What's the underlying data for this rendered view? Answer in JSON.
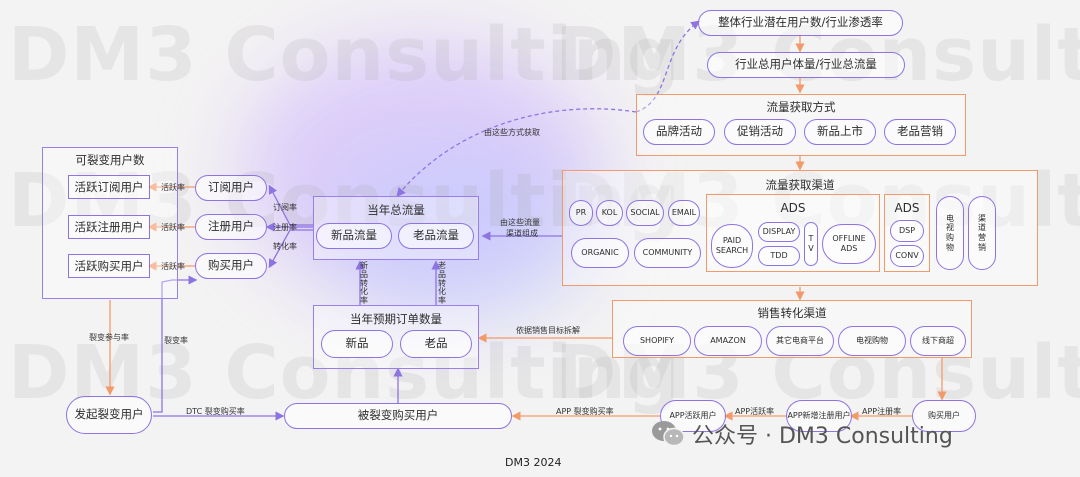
{
  "watermark": "DM3 Consulting",
  "top": {
    "potential": "整体行业潜在用户数/行业渗透率",
    "total_volume": "行业总用户体量/行业总流量"
  },
  "traffic_method": {
    "title": "流量获取方式",
    "items": [
      "品牌活动",
      "促销活动",
      "新品上市",
      "老品营销"
    ]
  },
  "traffic_channels": {
    "title": "流量获取渠道",
    "organic": [
      "PR",
      "KOL",
      "SOCIAL",
      "EMAIL",
      "ORGANIC",
      "COMMUNITY"
    ],
    "ads1": {
      "title": "ADS",
      "items": [
        "PAID SEARCH",
        "DISPLAY",
        "TDD",
        "T V",
        "OFFLINE ADS"
      ]
    },
    "ads2": {
      "title": "ADS",
      "items": [
        "DSP",
        "CONV"
      ]
    },
    "tv": "电视购物",
    "channel_sales": "渠道营销"
  },
  "total_traffic": {
    "title": "当年总流量",
    "items": [
      "新品流量",
      "老品流量"
    ]
  },
  "orders": {
    "title": "当年预期订单数量",
    "items": [
      "新品",
      "老品"
    ]
  },
  "sales_channels": {
    "title": "销售转化渠道",
    "items": [
      "SHOPIFY",
      "AMAZON",
      "其它电商平台",
      "电视购物",
      "线下商超"
    ]
  },
  "fission": {
    "title": "可裂变用户数",
    "items": [
      "活跃订阅用户",
      "活跃注册用户",
      "活跃购买用户"
    ]
  },
  "users": [
    "订阅用户",
    "注册用户",
    "购买用户"
  ],
  "bottom": {
    "initiator": "发起裂变用户",
    "fissioned": "被裂变购买用户",
    "app_active": "APP活跃用户",
    "app_new": "APP新增注册用户",
    "buyer": "购买用户"
  },
  "labels": {
    "active_rate": "活跃率",
    "subscribe_rate": "订阅率",
    "register_rate": "注册率",
    "convert_rate": "转化率",
    "from_methods": "由这些方式获取",
    "from_channels_1": "由这些流量",
    "from_channels_2": "渠道组成",
    "new_conv": "新品转化率",
    "old_conv": "老品转化率",
    "split": "依据销售目标拆解",
    "fission_join": "裂变参与率",
    "fission_rate": "裂变率",
    "dtc": "DTC 裂变购买率",
    "app_fission": "APP 裂变购买率",
    "app_active_rate": "APP活跃率",
    "app_register_rate": "APP注册率"
  },
  "footer": "DM3 2024",
  "wechat": {
    "text": "公众号 · DM3 Consulting",
    "icon": "wechat-icon"
  }
}
